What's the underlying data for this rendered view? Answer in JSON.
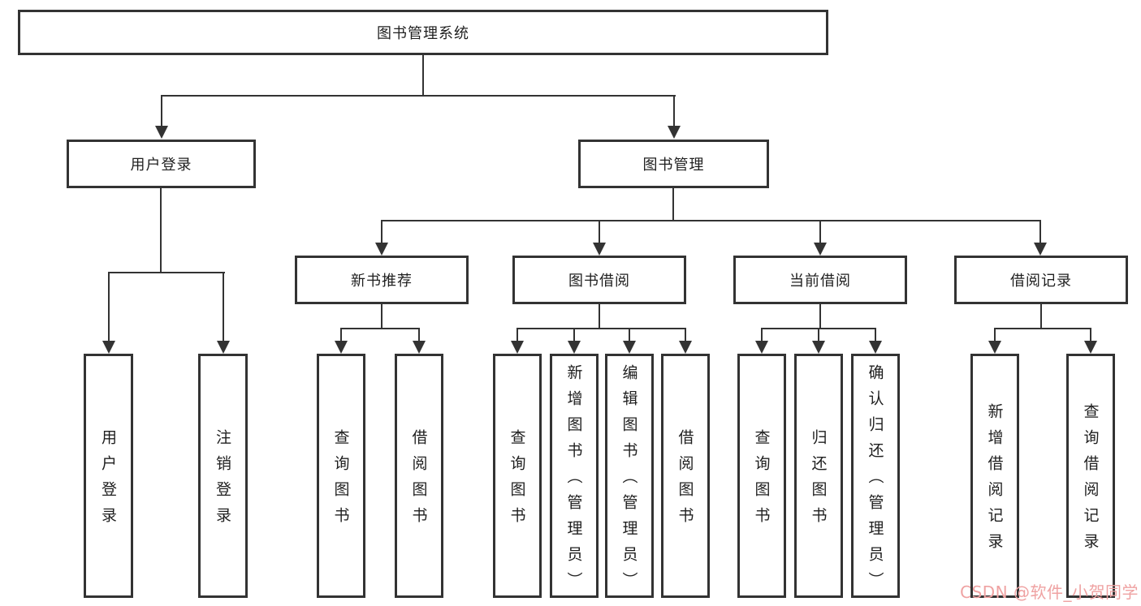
{
  "diagram": {
    "root": {
      "label": "图书管理系统"
    },
    "branches": [
      {
        "label": "用户登录",
        "children": [
          {
            "label": "用户登录"
          },
          {
            "label": "注销登录"
          }
        ]
      },
      {
        "label": "图书管理",
        "children": [
          {
            "label": "新书推荐",
            "children": [
              {
                "label": "查询图书"
              },
              {
                "label": "借阅图书"
              }
            ]
          },
          {
            "label": "图书借阅",
            "children": [
              {
                "label": "查询图书"
              },
              {
                "label": "新增图书（管理员）"
              },
              {
                "label": "编辑图书（管理员）"
              },
              {
                "label": "借阅图书"
              }
            ]
          },
          {
            "label": "当前借阅",
            "children": [
              {
                "label": "查询图书"
              },
              {
                "label": "归还图书"
              },
              {
                "label": "确认归还（管理员）"
              }
            ]
          },
          {
            "label": "借阅记录",
            "children": [
              {
                "label": "新增借阅记录"
              },
              {
                "label": "查询借阅记录"
              }
            ]
          }
        ]
      }
    ]
  },
  "watermark": {
    "text": "CSDN @软件_小贺同学",
    "color": "#efa2a2"
  },
  "colors": {
    "line": "#333333",
    "border": "#333333",
    "text": "#1f1f1f",
    "background": "#ffffff"
  }
}
